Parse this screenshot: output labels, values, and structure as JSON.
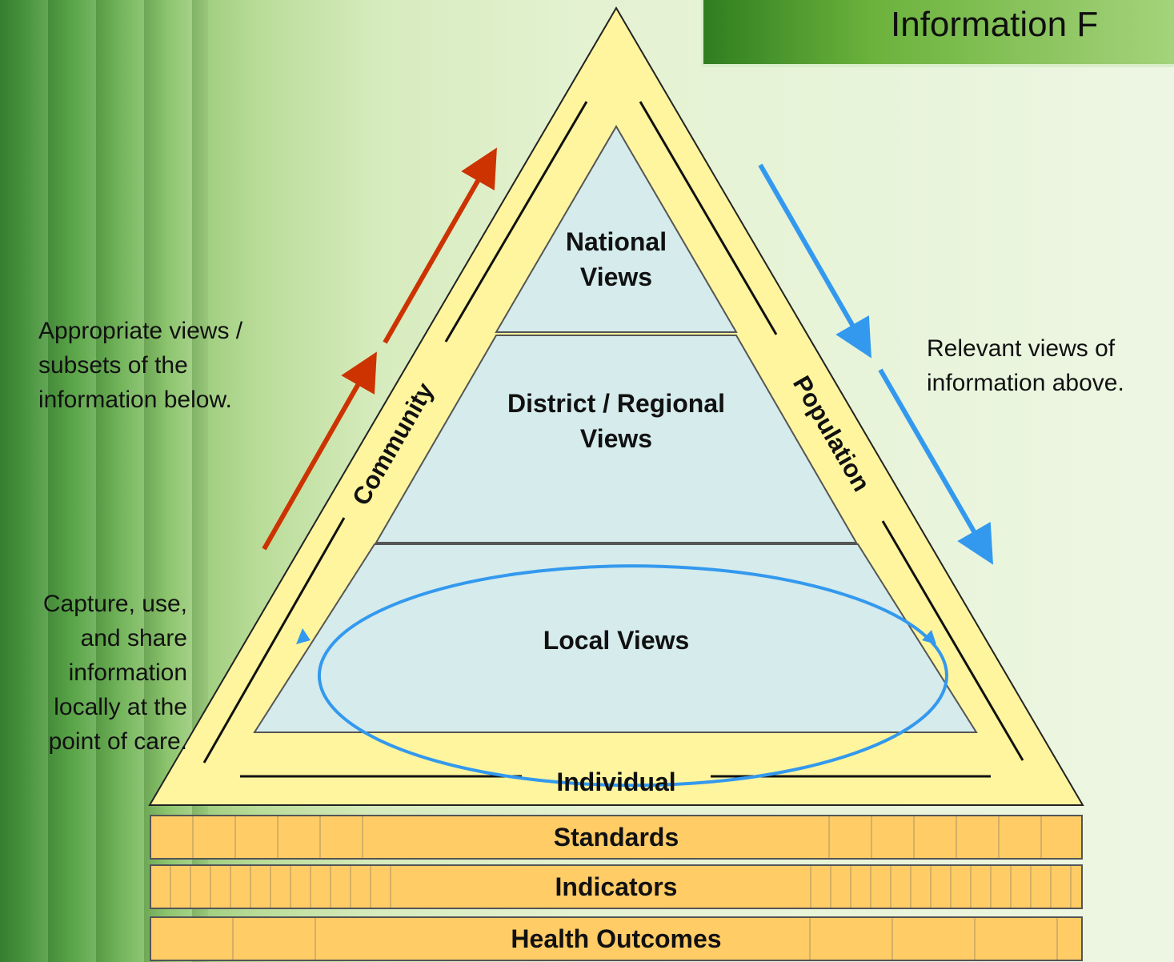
{
  "title": "Information F",
  "pyramid": {
    "tiers": [
      "National\nViews",
      "District / Regional\nViews",
      "Local Views"
    ],
    "side_labels": {
      "left": "Community",
      "right": "Population",
      "base": "Individual"
    }
  },
  "notes": {
    "left_top": "Appropriate views /\nsubsets of the\ninformation below.",
    "left_bottom": "Capture, use,\nand share\ninformation\nlocally at the\npoint of care.",
    "right": "Relevant views of\ninformation above."
  },
  "foundation": [
    "Standards",
    "Indicators",
    "Health Outcomes"
  ],
  "colors": {
    "outer_triangle": "#fff59e",
    "inner_triangle": "#d5ebec",
    "bars": "#ffcc66",
    "up_arrow": "#cc3300",
    "down_arrow": "#3399ee",
    "cycle": "#3399ee",
    "title_bar": "#5aa632"
  }
}
